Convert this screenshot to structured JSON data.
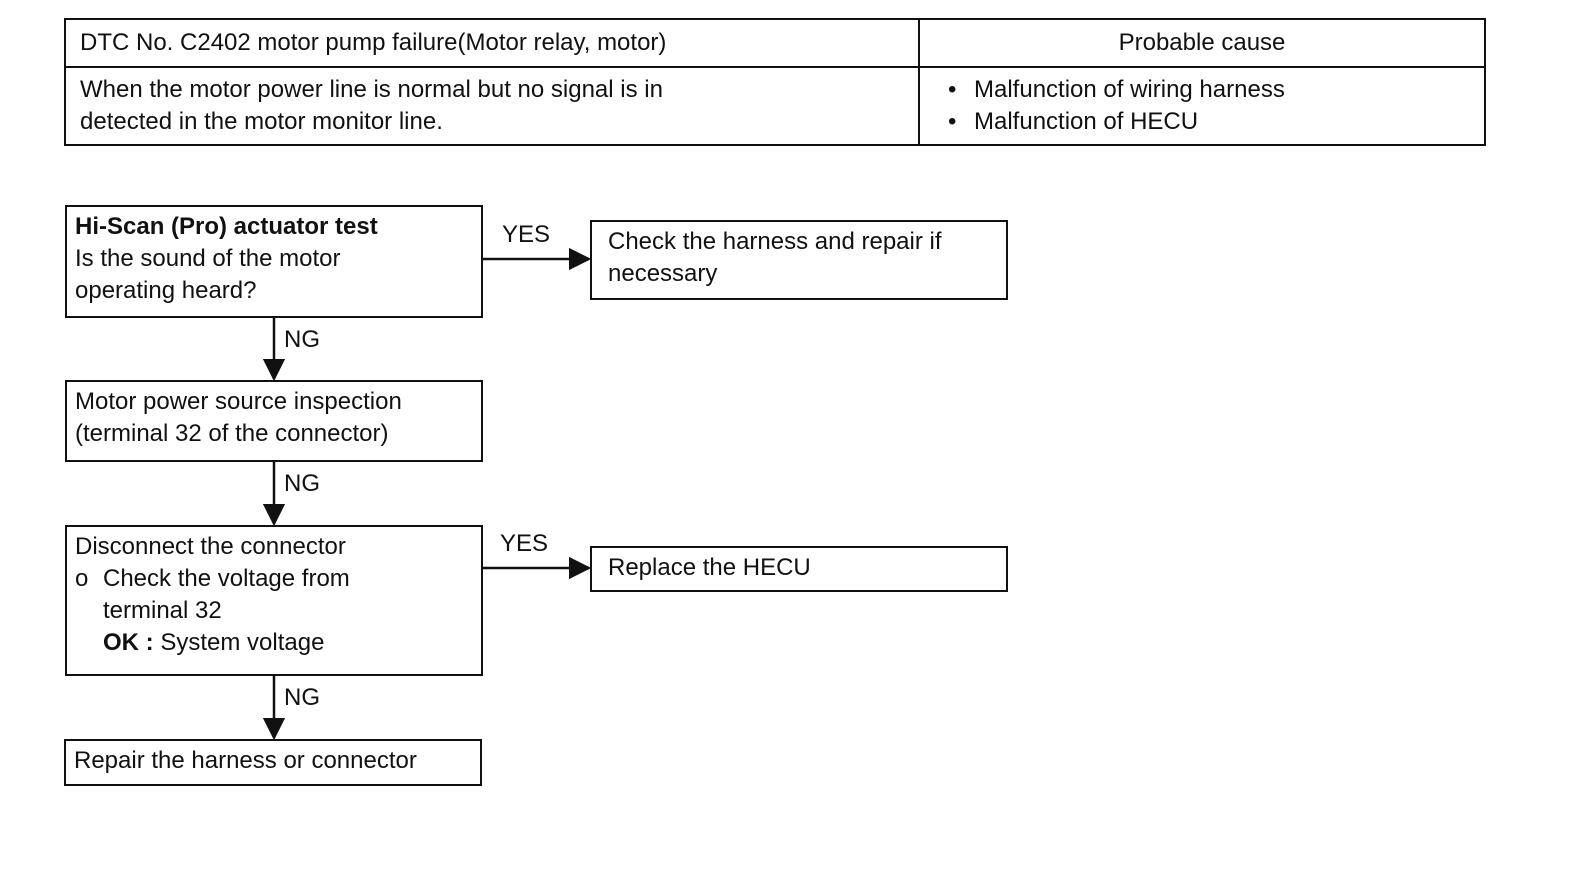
{
  "table": {
    "header_left": "DTC No. C2402 motor pump failure(Motor relay, motor)",
    "header_right": "Probable cause",
    "condition_line1": "When the motor power line is normal but no signal is in",
    "condition_line2": "detected in the motor monitor line.",
    "causes": [
      "Malfunction of wiring harness",
      "Malfunction of HECU"
    ]
  },
  "flow": {
    "step1": {
      "title": "Hi-Scan (Pro) actuator test",
      "line2": "Is the sound of the motor",
      "line3": "operating heard?"
    },
    "result1": {
      "line1": "Check the harness and repair if",
      "line2": "necessary"
    },
    "step2": {
      "line1": "Motor power source inspection",
      "line2": "(terminal 32 of the connector)"
    },
    "step3": {
      "line1": "Disconnect the connector",
      "bullet": "o",
      "line2": "Check the voltage from",
      "line3": "terminal 32",
      "ok_label": "OK :",
      "ok_value": "System voltage"
    },
    "result3": {
      "line1": "Replace the HECU"
    },
    "step4": {
      "line1": "Repair the harness or connector"
    },
    "labels": {
      "yes1": "YES",
      "ng1": "NG",
      "ng2": "NG",
      "yes2": "YES",
      "ng3": "NG"
    }
  }
}
